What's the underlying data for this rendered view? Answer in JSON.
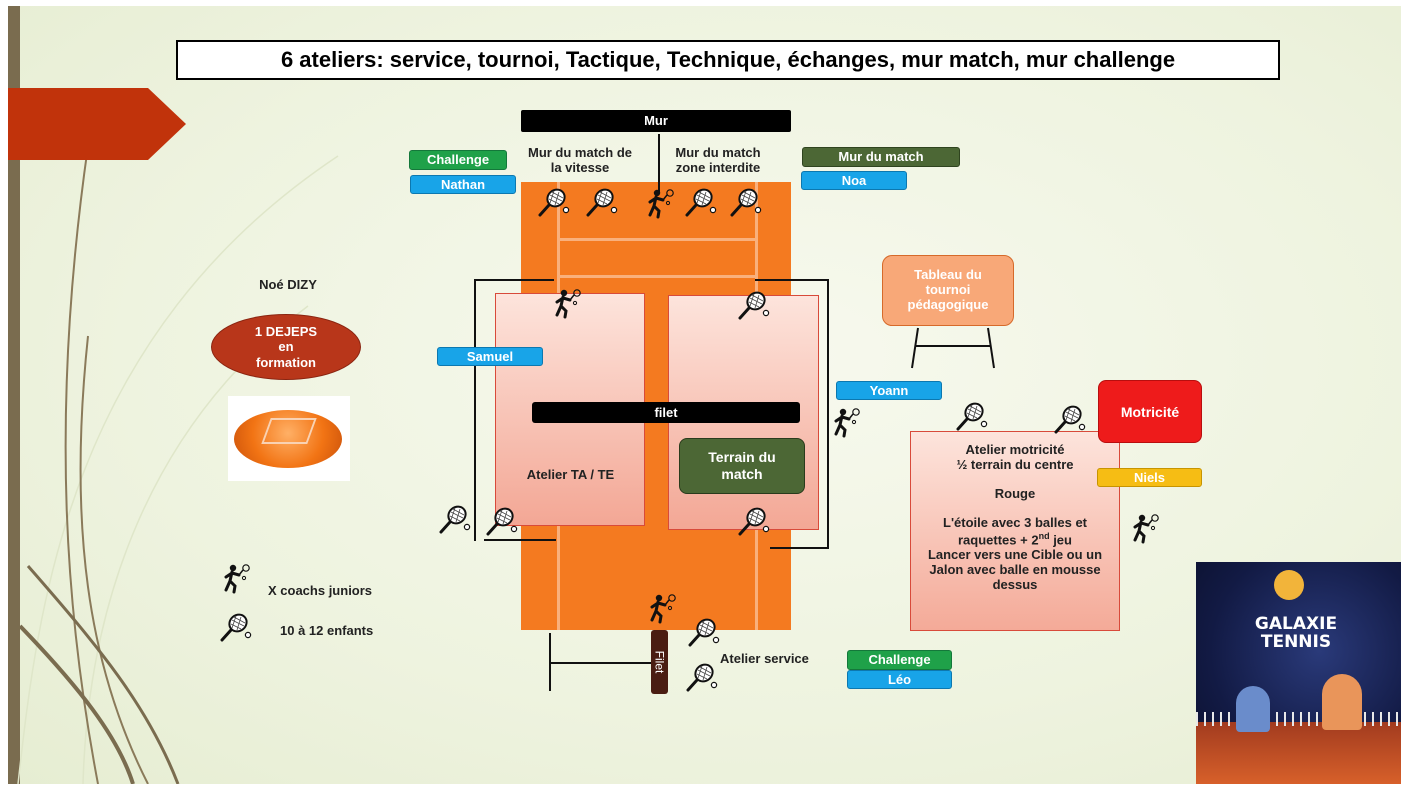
{
  "title": "6 ateliers: service, tournoi, Tactique, Technique, échanges, mur match, mur challenge",
  "wall": {
    "label": "Mur",
    "left_zone": "Mur du match de la vitesse",
    "right_zone": "Mur du match zone interdite",
    "challenge_tag": "Challenge",
    "left_coach": "Nathan",
    "right_tag": "Mur du match",
    "right_coach": "Noa"
  },
  "net": {
    "label": "filet",
    "left_area": "Atelier TA / TE",
    "right_area": "Terrain du match",
    "left_coach": "Samuel",
    "right_coach": "Yoann"
  },
  "tournament_board": "Tableau du tournoi pédagogique",
  "educator": {
    "name": "Noé DIZY",
    "role": "1 DEJEPS en formation"
  },
  "legend": {
    "coach": "X  coachs juniors",
    "children": "10 à 12 enfants"
  },
  "motricity": {
    "badge": "Motricité",
    "coach": "Niels",
    "line1": "Atelier motricité",
    "line2": "½ terrain du centre",
    "color": "Rouge",
    "game1_a": "L'étoile avec 3 balles et",
    "game1_b": "raquettes + 2",
    "game1_sup": "nd",
    "game1_c": " jeu",
    "game2": "Lancer vers une Cible ou un Jalon avec balle en mousse dessus"
  },
  "service": {
    "label": "Atelier service",
    "challenge_tag": "Challenge",
    "coach": "Léo",
    "net_label": "Filet"
  },
  "logo": {
    "line1": "GALAXIE",
    "line2": "TENNIS"
  },
  "colors": {
    "court_orange": "#f47a20",
    "court_pink": "#f7c2b2",
    "red_arrow": "#c1330b",
    "ellipse_red": "#b8361a",
    "board_orange": "#f8a878",
    "motricity_red": "#ee1b1b",
    "olive": "#4c6735"
  }
}
